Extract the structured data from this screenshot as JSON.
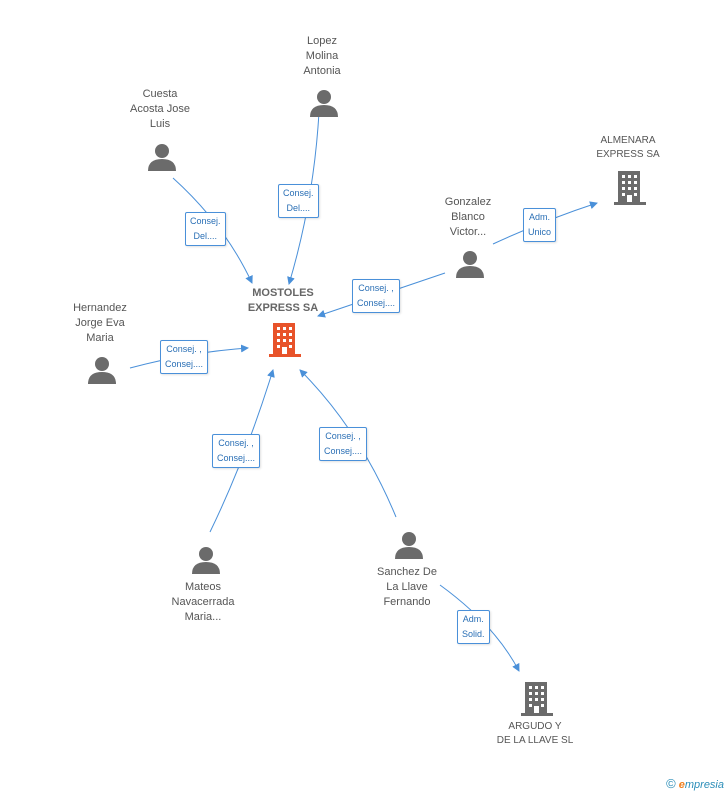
{
  "center": {
    "name": "MOSTOLES\nEXPRESS SA"
  },
  "people": [
    {
      "id": "lopez",
      "name": "Lopez\nMolina\nAntonia"
    },
    {
      "id": "cuesta",
      "name": "Cuesta\nAcosta Jose\nLuis"
    },
    {
      "id": "gonzalez",
      "name": "Gonzalez\nBlanco\nVictor..."
    },
    {
      "id": "hernandez",
      "name": "Hernandez\nJorge Eva\nMaria"
    },
    {
      "id": "mateos",
      "name": "Mateos\nNavacerrada\nMaria..."
    },
    {
      "id": "sanchez",
      "name": "Sanchez De\nLa Llave\nFernando"
    }
  ],
  "companies": [
    {
      "id": "almenara",
      "name": "ALMENARA\nEXPRESS SA"
    },
    {
      "id": "argudo",
      "name": "ARGUDO Y\nDE LA LLAVE SL"
    }
  ],
  "edges": [
    {
      "id": "lopez",
      "label": "Consej.\nDel...."
    },
    {
      "id": "cuesta",
      "label": "Consej.\nDel...."
    },
    {
      "id": "gonzalez",
      "label": "Consej. ,\nConsej...."
    },
    {
      "id": "hernandez",
      "label": "Consej. ,\nConsej...."
    },
    {
      "id": "mateos",
      "label": "Consej. ,\nConsej...."
    },
    {
      "id": "sanchez",
      "label": "Consej. ,\nConsej...."
    },
    {
      "id": "gonzalez-almenara",
      "label": "Adm.\nUnico"
    },
    {
      "id": "sanchez-argudo",
      "label": "Adm.\nSolid."
    }
  ],
  "watermark": {
    "symbol": "©",
    "brand_first": "e",
    "brand_rest": "mpresia"
  },
  "colors": {
    "edge": "#4a90d9",
    "person": "#6b6b6b",
    "center_building": "#e8532a",
    "building": "#6b6b6b"
  }
}
